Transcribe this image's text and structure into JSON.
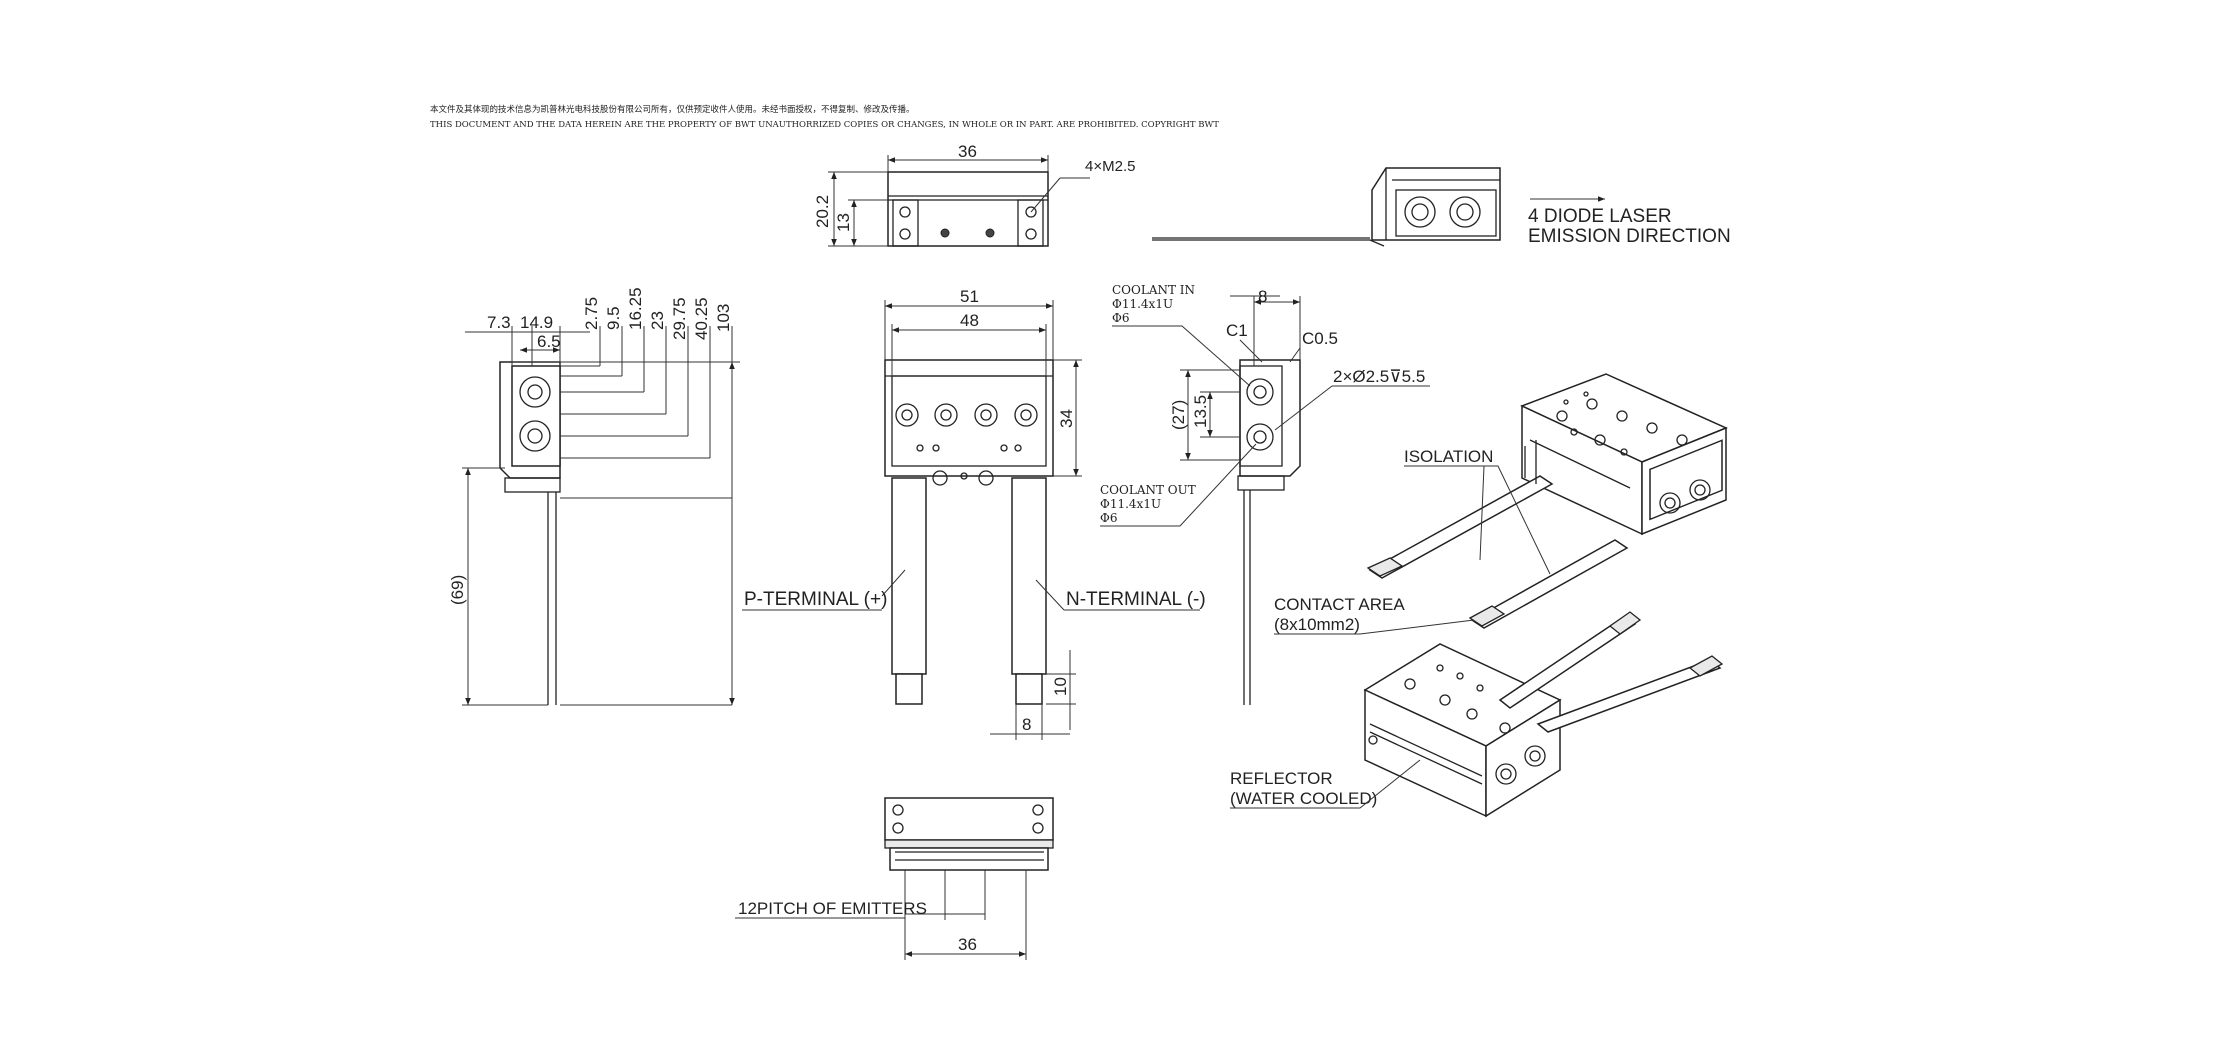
{
  "notice": {
    "line_cn": "本文件及其体现的技术信息为凯普林光电科技股份有限公司所有，仅供预定收件人使用。未经书面授权，不得复制、修改及传播。",
    "line_en": "THIS DOCUMENT AND THE DATA HEREIN ARE THE PROPERTY OF BWT UNAUTHORRIZED COPIES OR CHANGES, IN WHOLE OR IN PART.  ARE PROHIBITED. COPYRIGHT BWT"
  },
  "top_view": {
    "dim_width": "36",
    "dim_height_total": "20.2",
    "dim_height": "13",
    "thread_note": "4×M2.5"
  },
  "side_right_top": {
    "label_line1": "4 DIODE LASER",
    "label_line2": "EMISSION DIRECTION"
  },
  "left_view": {
    "dims_h": [
      "7.3",
      "14.9",
      "6.5"
    ],
    "dims_v": [
      "2.75",
      "9.5",
      "16.25",
      "23",
      "29.75",
      "40.25",
      "103"
    ],
    "dim_length": "(69)"
  },
  "front_view": {
    "dim_outer": "51",
    "dim_inner": "48",
    "dim_height": "34",
    "p_terminal": "P-TERMINAL (+)",
    "n_terminal": "N-TERMINAL (-)",
    "dim_tab_len": "10",
    "dim_tab_w": "8"
  },
  "right_view": {
    "coolant_in": [
      "COOLANT IN",
      "Φ11.4x1U",
      "Φ6"
    ],
    "coolant_out": [
      "COOLANT OUT",
      "Φ11.4x1U",
      "Φ6"
    ],
    "dim_top": "8",
    "chamfer_c1": "C1",
    "chamfer_c05": "C0.5",
    "hole_note": "2×Ø2.5⊽5.5",
    "dim_13_5": "13.5",
    "dim_27": "(27)"
  },
  "isometric": {
    "isolation": "ISOLATION",
    "contact_area_1": "CONTACT AREA",
    "contact_area_2": "(8x10mm2)",
    "reflector_1": "REFLECTOR",
    "reflector_2": "(WATER COOLED)"
  },
  "bottom_view": {
    "pitch_label": "12PITCH OF EMITTERS",
    "dim_width": "36"
  }
}
